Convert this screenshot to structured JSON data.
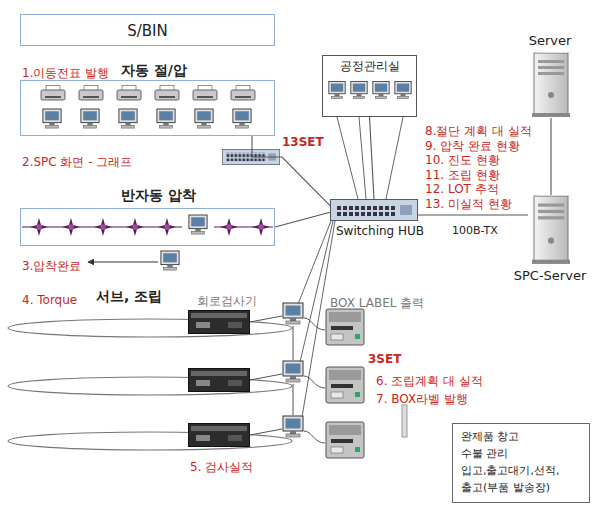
{
  "diagram": {
    "nodes": [
      {
        "text": [
          "S/BIN"
        ]
      },
      {
        "text": [
          "자동 절/압"
        ]
      },
      {
        "text": [
          "공정관리실"
        ]
      },
      {
        "text": [
          "Server"
        ]
      },
      {
        "text": [
          "반자동 압착"
        ]
      },
      {
        "text": [
          "Switching HUB"
        ]
      },
      {
        "text": [
          "SPC-Server"
        ]
      },
      {
        "text": [
          "완제품 창고",
          "수불 관리",
          "입고,출고대기,선적,",
          "출고(부품 발송장)"
        ]
      }
    ],
    "edges": [
      {
        "from": 5,
        "to": 2,
        "arrow": "none"
      },
      {
        "from": 5,
        "to": 1,
        "arrow": "none"
      },
      {
        "from": 5,
        "to": 4,
        "arrow": "none"
      },
      {
        "from": 5,
        "to": 6,
        "label": "100B-TX",
        "arrow": "none"
      },
      {
        "from": 3,
        "to": 6,
        "arrow": "none"
      }
    ],
    "labels": [
      "1.이동전표 발행",
      "13SET",
      "2.SPC 화면 - 그래프",
      "3.압착완료",
      "4. Torque",
      "서브, 조립",
      "회로검사기",
      "BOX LABEL 출력",
      "3SET",
      "6. 조립계획 대 실적",
      "7. BOX라벨 발행",
      "5. 검사실적",
      "8.절단 계획 대 실적",
      "9. 압착 완료 현황",
      "10. 진도 현황",
      "11. 조립 현황",
      "12. LOT 추적",
      "13. 미실적 현황"
    ]
  }
}
